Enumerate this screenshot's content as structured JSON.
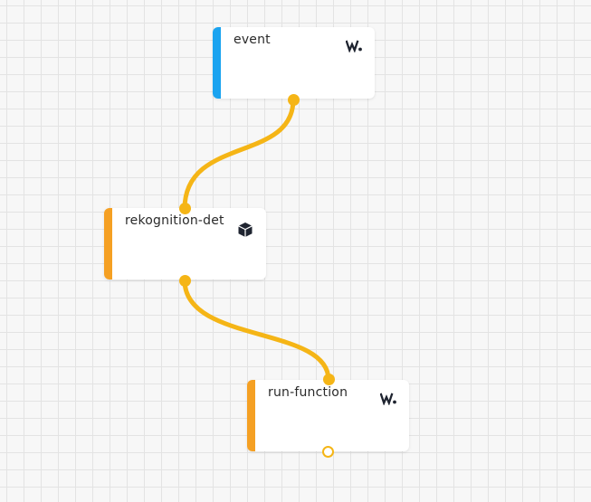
{
  "colors": {
    "canvas": "#f7f7f7",
    "grid": "#e3e3e3",
    "node_bg": "#ffffff",
    "wire": "#f5b516",
    "trigger_stripe": "#1aa3f0",
    "step_stripe": "#f5a023",
    "icon": "#1f2430"
  },
  "nodes": [
    {
      "id": "event",
      "title": "event",
      "kind": "trigger",
      "icon": "w-logo-icon"
    },
    {
      "id": "rekognition",
      "title": "rekognition-det",
      "kind": "step",
      "icon": "package-box-icon"
    },
    {
      "id": "run",
      "title": "run-function",
      "kind": "step",
      "icon": "w-logo-icon"
    }
  ],
  "connections": [
    {
      "from": "event",
      "to": "rekognition-det"
    },
    {
      "from": "rekognition-det",
      "to": "run-function"
    }
  ]
}
